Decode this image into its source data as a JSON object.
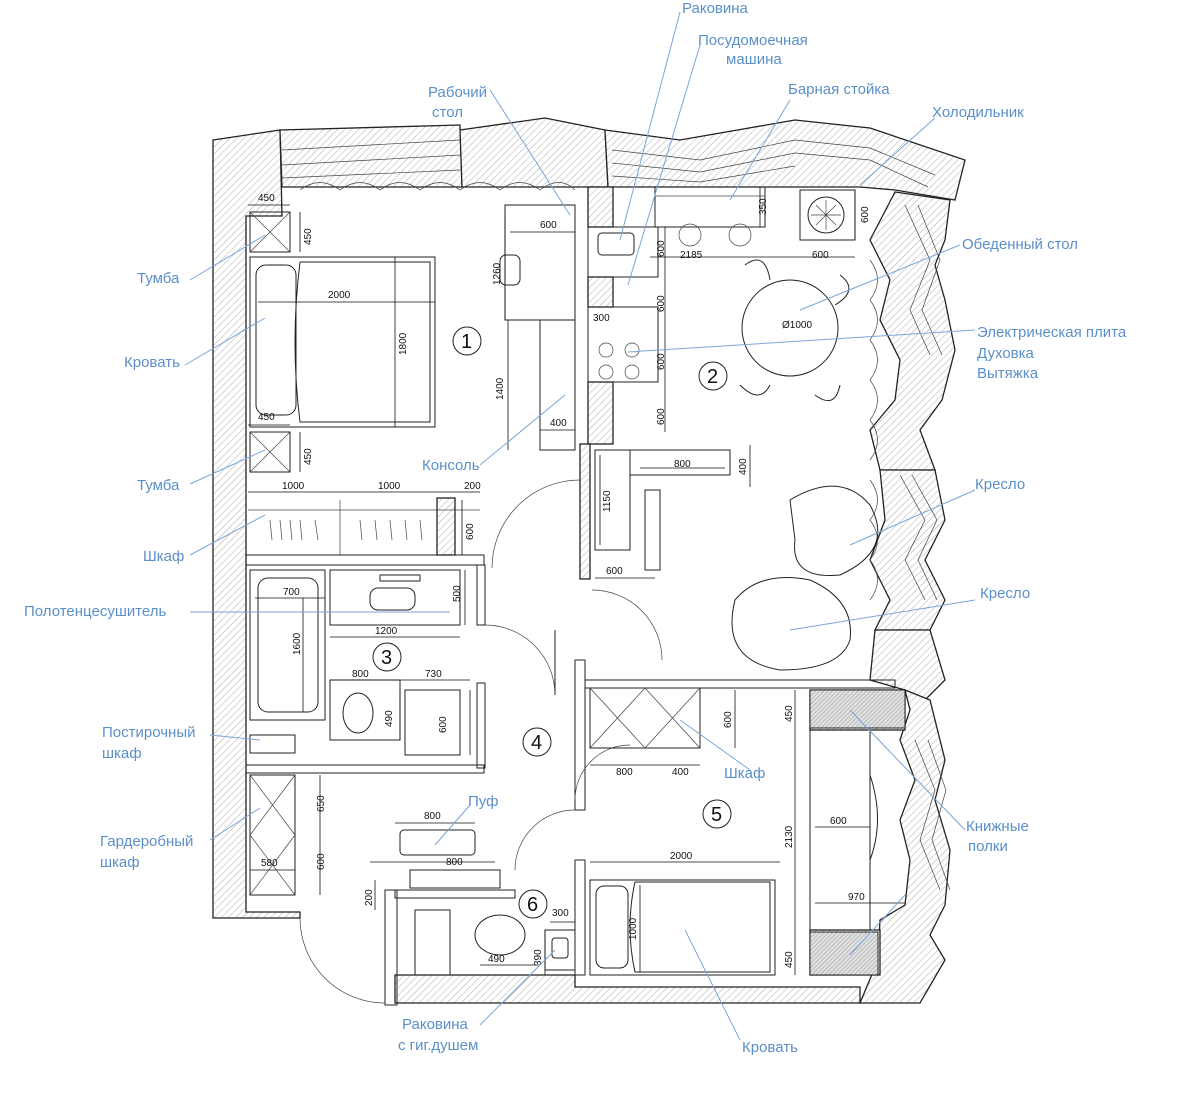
{
  "rooms": [
    "1",
    "2",
    "3",
    "4",
    "5",
    "6"
  ],
  "labels": {
    "sink": "Раковина",
    "dishwasher_1": "Посудомоечная",
    "dishwasher_2": "машина",
    "bar": "Барная стойка",
    "fridge": "Холодильник",
    "desk_1": "Рабочий",
    "desk_2": "стол",
    "table": "Обеденный стол",
    "stove_1": "Электрическая плита",
    "stove_2": "Духовка",
    "stove_3": "Вытяжка",
    "nightstand_top": "Тумба",
    "bed_left": "Кровать",
    "nightstand_bottom": "Тумба",
    "console": "Консоль",
    "wardrobe": "Шкаф",
    "towel": "Полотенцесушитель",
    "armchair_1": "Кресло",
    "armchair_2": "Кресло",
    "laundry_1": "Постирочный",
    "laundry_2": "шкаф",
    "cupboard_5": "Шкаф",
    "pouf": "Пуф",
    "hall_wardrobe_1": "Гардеробный",
    "hall_wardrobe_2": "шкаф",
    "bookshelves_1": "Книжные",
    "bookshelves_2": "полки",
    "sink_bidet_1": "Раковина",
    "sink_bidet_2": "с гиг.душем",
    "bed_right": "Кровать"
  },
  "dimensions": {
    "d450a": "450",
    "d450b": "450",
    "d2000a": "2000",
    "d1800": "1800",
    "d450c": "450",
    "d450d": "450",
    "d1000a": "1000",
    "d1000b": "1000",
    "d200a": "200",
    "d600a": "600",
    "d1260": "1260",
    "d1400": "1400",
    "d400a": "400",
    "d600b": "600",
    "d2185": "2185",
    "d350": "350",
    "d600c": "600",
    "d600d": "600",
    "d300a": "300",
    "d600e": "600",
    "d600f": "600",
    "d600g": "600",
    "d600h": "600",
    "d1000dia": "Ø1000",
    "d800a": "800",
    "d400b": "400",
    "d1150": "1150",
    "d600i": "600",
    "d700": "700",
    "d500": "500",
    "d1200": "1200",
    "d1600": "1600",
    "d800b": "800",
    "d730": "730",
    "d490a": "490",
    "d600j": "600",
    "d650": "650",
    "d600k": "600",
    "d580": "580",
    "d800c": "800",
    "d800d": "800",
    "d200b": "200",
    "d490b": "490",
    "d390": "390",
    "d300b": "300",
    "d600l": "600",
    "d800e": "800",
    "d400c": "400",
    "d450e": "450",
    "d2130": "2130",
    "d600m": "600",
    "d2000b": "2000",
    "d1000c": "1000",
    "d970": "970",
    "d450f": "450"
  }
}
